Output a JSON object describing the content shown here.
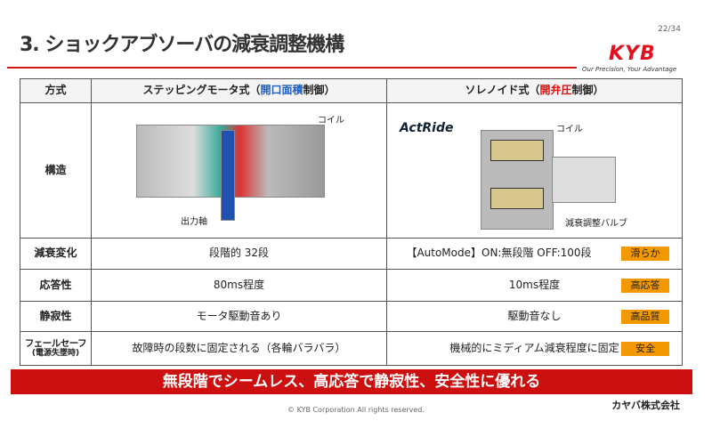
{
  "header": {
    "title": "3. ショックアブソーバの減衰調整機構",
    "page": "22/34",
    "logo": "KYB",
    "tagline": "Our Precision, Your Advantage"
  },
  "table": {
    "col0": "方式",
    "col1": {
      "pre": "ステッピングモータ式（",
      "hl": "開口面積",
      "post": "制御）"
    },
    "col2": {
      "pre": "ソレノイド式（",
      "hl": "開弁圧",
      "post": "制御）"
    },
    "structure": {
      "label": "構造",
      "left_coil": "コイル",
      "left_shaft": "出力軸",
      "right_logo": "ActRide",
      "right_coil": "コイル",
      "right_valve": "減衰調整バルブ"
    },
    "rows": [
      {
        "label": "減衰変化",
        "left": "段階的 32段",
        "right": "【AutoMode】ON:無段階  OFF:100段",
        "badge": "滑らか"
      },
      {
        "label": "応答性",
        "left": "80ms程度",
        "right": "10ms程度",
        "badge": "高応答"
      },
      {
        "label": "静寂性",
        "left": "モータ駆動音あり",
        "right": "駆動音なし",
        "badge": "高品質"
      },
      {
        "label": "フェールセーフ",
        "sublabel": "(電源失墜時)",
        "left": "故障時の段数に固定される（各輪バラバラ）",
        "right": "機械的にミディアム減衰程度に固定",
        "badge": "安全"
      }
    ]
  },
  "banner": "無段階でシームレス、高応答で静寂性、安全性に優れる",
  "company": "カヤバ株式会社",
  "copyright": "© KYB Corporation All rights reserved."
}
